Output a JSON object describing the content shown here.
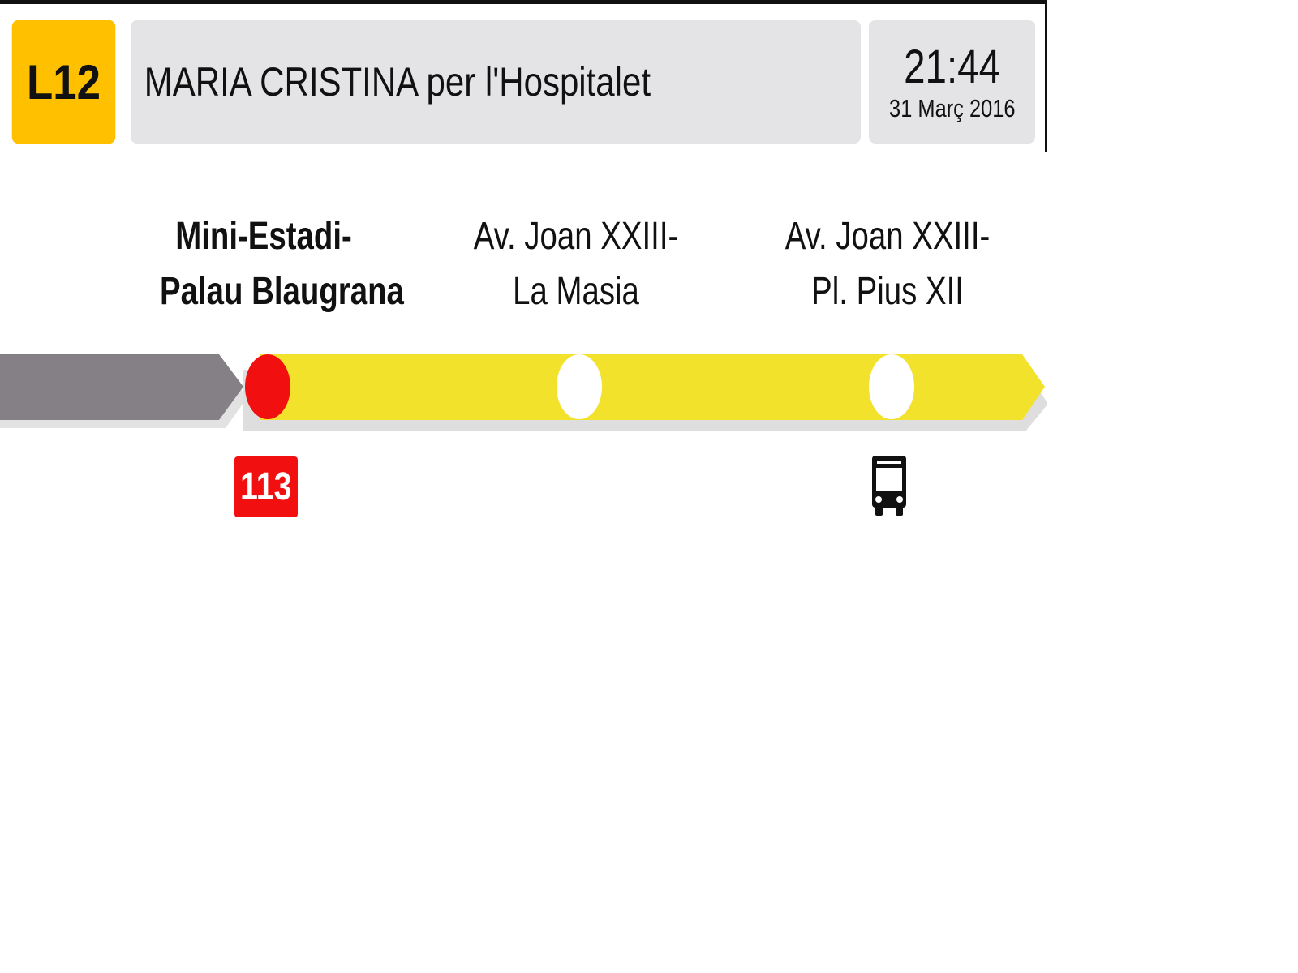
{
  "header": {
    "line": {
      "label": "L12",
      "color": "#ffc000"
    },
    "destination": "MARIA CRISTINA per l'Hospitalet",
    "clock": {
      "time": "21:44",
      "date": "31 Març 2016"
    }
  },
  "route": {
    "passed_color": "#857f86",
    "active_color": "#f2e22c",
    "stops": [
      {
        "line1": "Mini-Estadi-",
        "line2": "Palau Blaugrana",
        "current": true,
        "marker_color": "#f20f0f"
      },
      {
        "line1": "Av. Joan XXIII-",
        "line2": "La Masia",
        "current": false,
        "marker_color": "#ffffff"
      },
      {
        "line1": "Av. Joan XXIII-",
        "line2": "Pl. Pius XII",
        "current": false,
        "marker_color": "#ffffff"
      }
    ]
  },
  "connections": {
    "stop_0": {
      "type": "bus-line",
      "label": "113",
      "color": "#f20f0f"
    },
    "stop_2": {
      "type": "bus",
      "icon": "bus-icon"
    }
  }
}
